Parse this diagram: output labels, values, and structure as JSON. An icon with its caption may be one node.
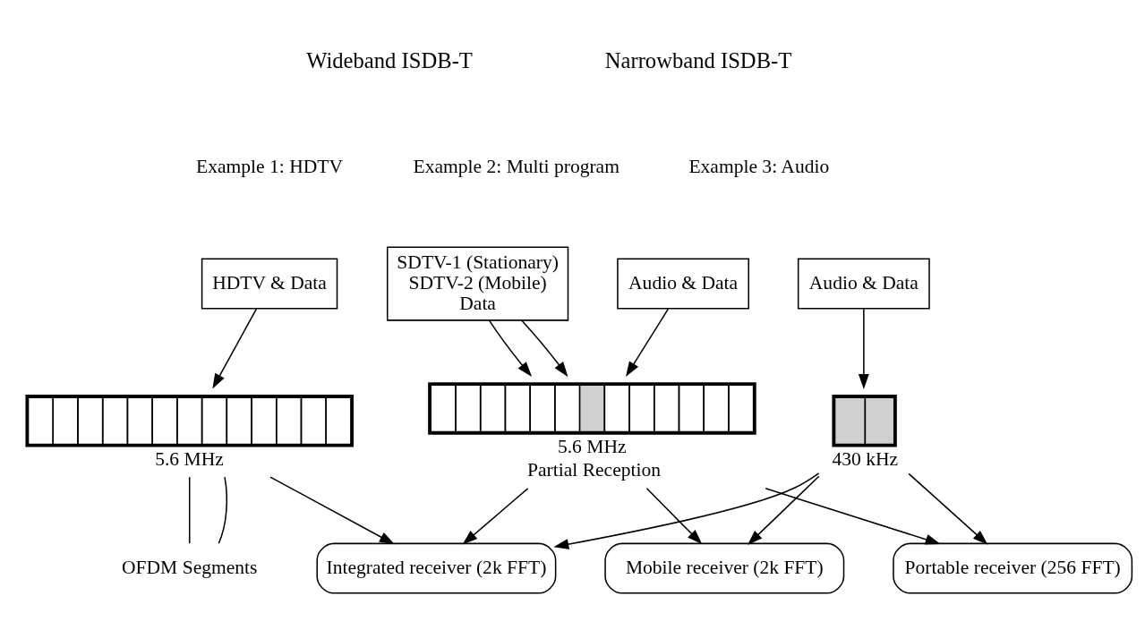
{
  "diagram": {
    "nodes": [
      {
        "text": [
          "HDTV & Data"
        ]
      },
      {
        "text": [
          "SDTV-1 (Stationary)",
          "SDTV-2 (Mobile)",
          "Data"
        ]
      },
      {
        "text": [
          "Audio & Data"
        ]
      },
      {
        "text": [
          "Audio & Data"
        ]
      },
      {
        "text": [],
        "shape": "bar",
        "beside": [
          "5.6 MHz"
        ]
      },
      {
        "text": [],
        "shape": "bar",
        "beside": [
          "5.6 MHz",
          "Partial Reception"
        ]
      },
      {
        "text": [],
        "shape": "bar",
        "beside": [
          "430 kHz"
        ]
      },
      {
        "text": [
          "Integrated receiver (2k FFT)"
        ]
      },
      {
        "text": [
          "Mobile receiver (2k FFT)"
        ]
      },
      {
        "text": [
          "Portable receiver (256 FFT)"
        ]
      },
      {
        "text": [
          "OFDM Segments"
        ]
      }
    ],
    "edges": [
      {
        "from": 0,
        "to": 4,
        "arrow": "to"
      },
      {
        "from": 1,
        "to": 5,
        "arrow": "to"
      },
      {
        "from": 1,
        "to": 5,
        "arrow": "to"
      },
      {
        "from": 2,
        "to": 5,
        "arrow": "to"
      },
      {
        "from": 3,
        "to": 6,
        "arrow": "to"
      },
      {
        "from": 4,
        "to": 7,
        "arrow": "to"
      },
      {
        "from": 5,
        "to": 7,
        "arrow": "to"
      },
      {
        "from": 5,
        "to": 8,
        "arrow": "to"
      },
      {
        "from": 5,
        "to": 9,
        "arrow": "to"
      },
      {
        "from": 6,
        "to": 7,
        "arrow": "to"
      },
      {
        "from": 6,
        "to": 8,
        "arrow": "to"
      },
      {
        "from": 6,
        "to": 9,
        "arrow": "to"
      },
      {
        "from": 10,
        "to": 4,
        "arrow": "none"
      },
      {
        "from": 10,
        "to": 4,
        "arrow": "none"
      }
    ],
    "labels": [
      "Wideband ISDB-T",
      "Narrowband ISDB-T",
      "Example 1: HDTV",
      "Example 2: Multi program",
      "Example 3: Audio"
    ]
  }
}
